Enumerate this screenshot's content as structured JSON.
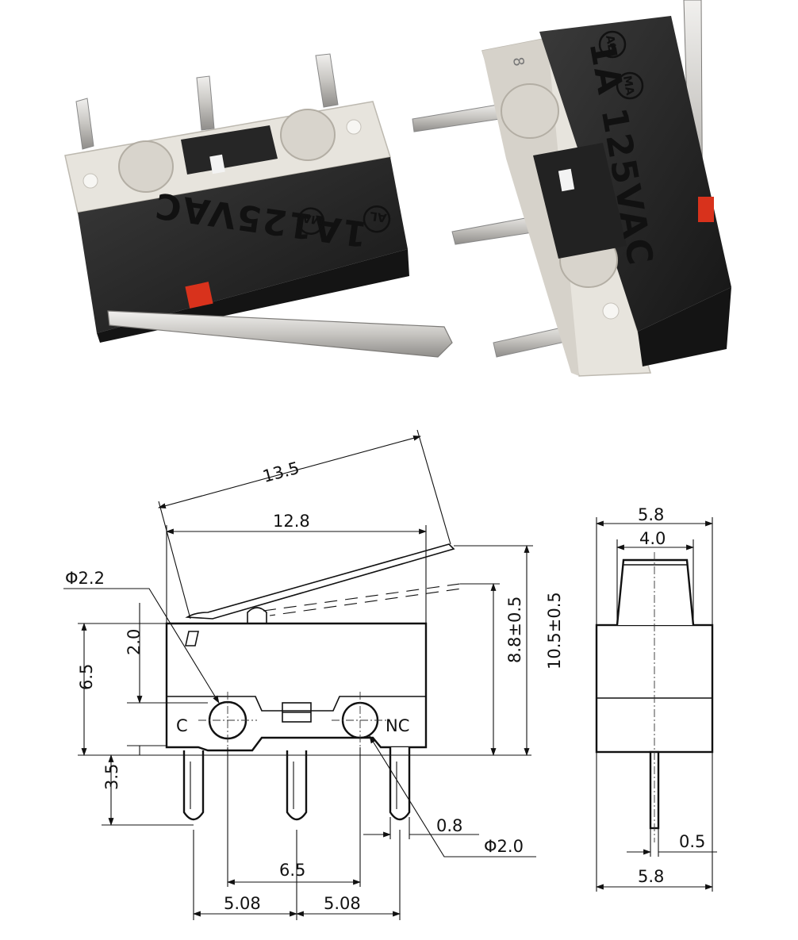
{
  "photo": {
    "left_switch": {
      "marking_rating": "1A125VAC",
      "marking_cert1": "AL",
      "marking_cert2": "MA"
    },
    "right_switch": {
      "marking_rating": "1A 125VAC",
      "marking_cert1": "AL",
      "marking_cert2": "MA",
      "marking_number": "8"
    }
  },
  "drawing": {
    "front_view": {
      "dim_lever_length": "13.5",
      "dim_body_length": "12.8",
      "dim_mount_hole": "Φ2.2",
      "dim_body_height": "6.5",
      "dim_hole_height": "2.0",
      "dim_pin_length": "3.5",
      "dim_actuated_height": "8.8±0.5",
      "dim_free_height": "10.5±0.5",
      "dim_pin_width": "0.8",
      "dim_pin_hole": "Φ2.0",
      "dim_hole_spacing": "6.5",
      "dim_pin_pitch_left": "5.08",
      "dim_pin_pitch_right": "5.08",
      "label_common": "C",
      "label_normally_closed": "NC"
    },
    "side_view": {
      "dim_total_width": "5.8",
      "dim_plunger_width": "4.0",
      "dim_pin_thickness": "0.5",
      "dim_base_width": "5.8"
    }
  },
  "colors": {
    "body_dark": "#2b2b2b",
    "body_light": "#e6e3dc",
    "actuator_red": "#d8321c",
    "metal": "#c9c7c3"
  }
}
